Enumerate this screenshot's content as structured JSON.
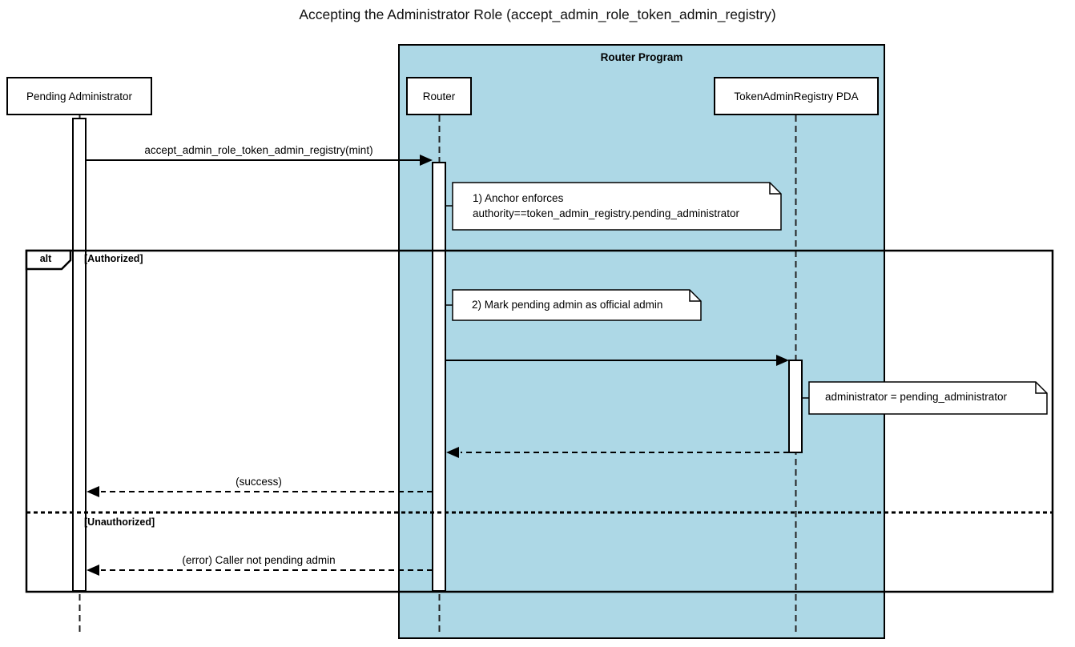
{
  "title": "Accepting the Administrator Role (accept_admin_role_token_admin_registry)",
  "frame": {
    "label": "Router Program"
  },
  "participants": [
    {
      "id": "pending-administrator",
      "label": "Pending Administrator"
    },
    {
      "id": "router",
      "label": "Router"
    },
    {
      "id": "token-admin-registry-pda",
      "label": "TokenAdminRegistry PDA"
    }
  ],
  "messages": {
    "call": "accept_admin_role_token_admin_registry(mint)",
    "success": "(success)",
    "error": "(error) Caller not pending admin"
  },
  "notes": [
    {
      "lines": [
        "1) Anchor enforces",
        "authority==token_admin_registry.pending_administrator"
      ]
    },
    {
      "lines": [
        "2) Mark pending admin as official admin"
      ]
    },
    {
      "lines": [
        "administrator = pending_administrator"
      ]
    }
  ],
  "alt": {
    "operator": "alt",
    "guard_authorized": "[Authorized]",
    "guard_unauthorized": "[Unauthorized]"
  },
  "colors": {
    "frame_fill": "#add8e6",
    "note_fill": "#ffffff",
    "line": "#000000",
    "background": "#ffffff"
  }
}
